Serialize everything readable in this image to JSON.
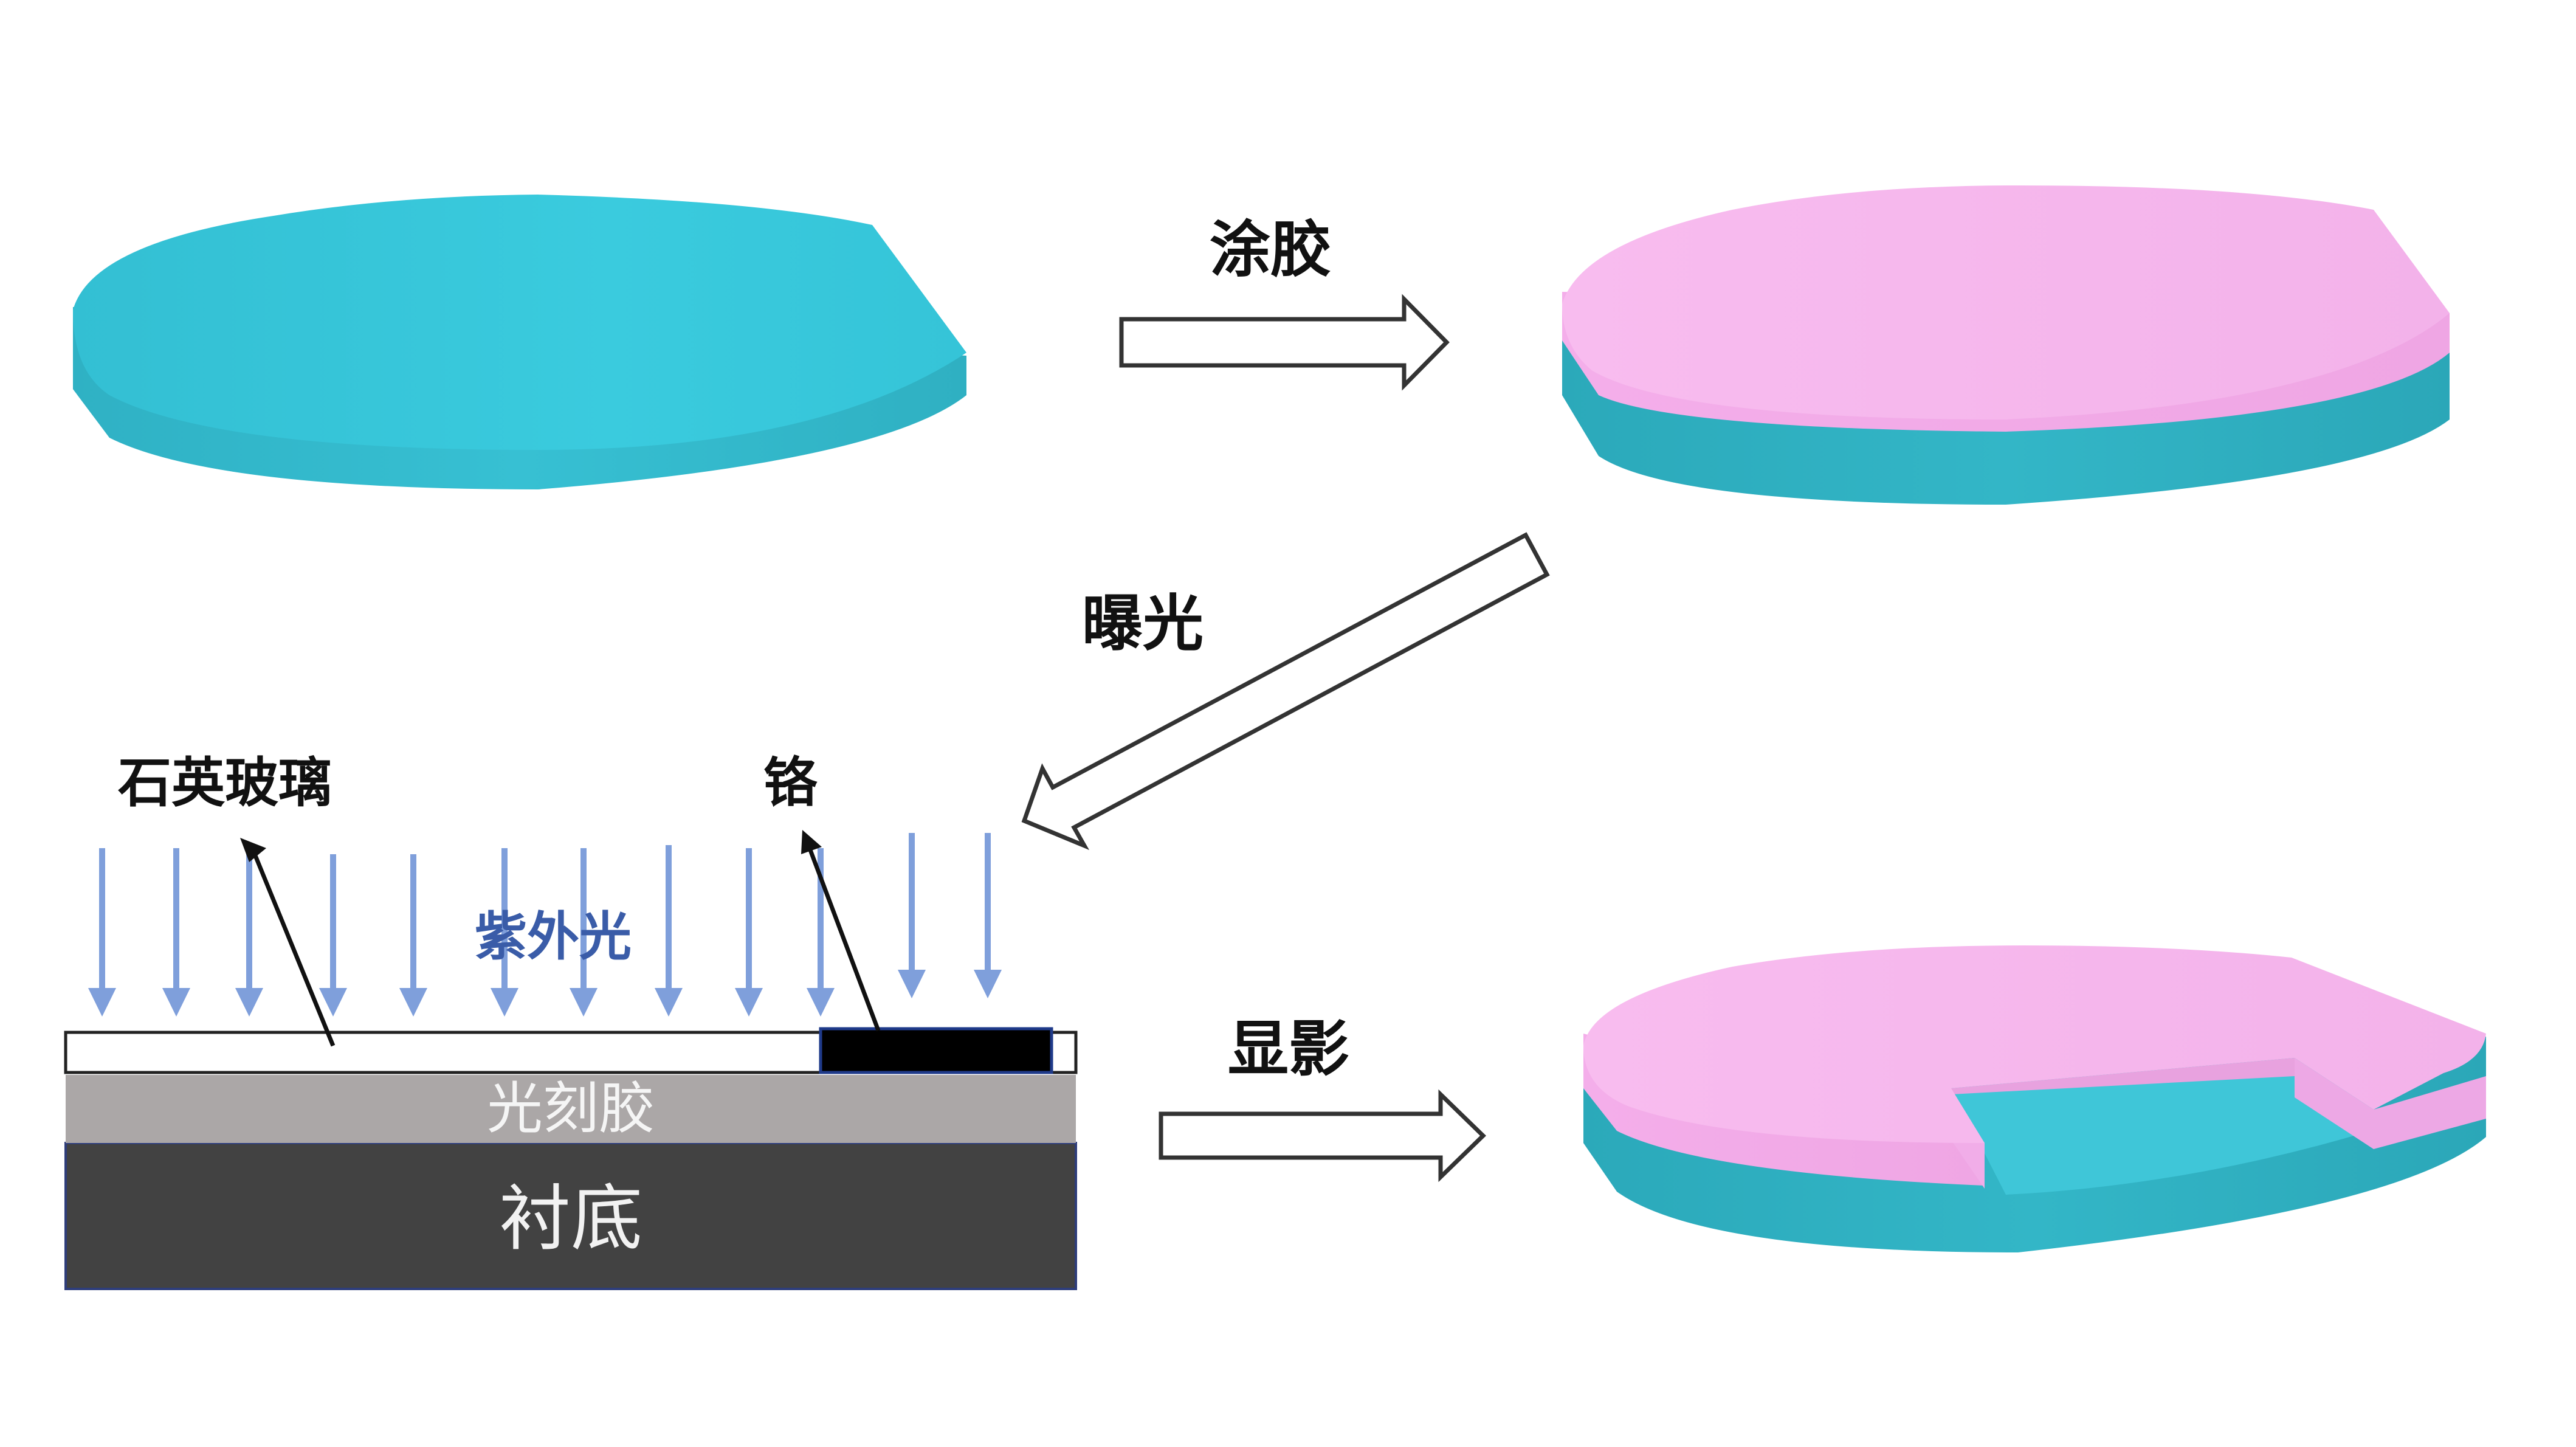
{
  "steps": {
    "coating": "涂胶",
    "exposure": "曝光",
    "developing": "显影"
  },
  "exposure_detail": {
    "quartz_glass": "石英玻璃",
    "chromium": "铬",
    "uv_light": "紫外光",
    "photoresist": "光刻胶",
    "substrate": "衬底"
  },
  "colors": {
    "substrate_teal": "#33BBCF",
    "photoresist_pink": "#F6B6EE",
    "resist_layer_gray": "#ABA7A7",
    "substrate_layer_dark": "#424242",
    "uv_arrow_blue": "#7F9FDB",
    "uv_label_blue": "#3A5CA8"
  }
}
